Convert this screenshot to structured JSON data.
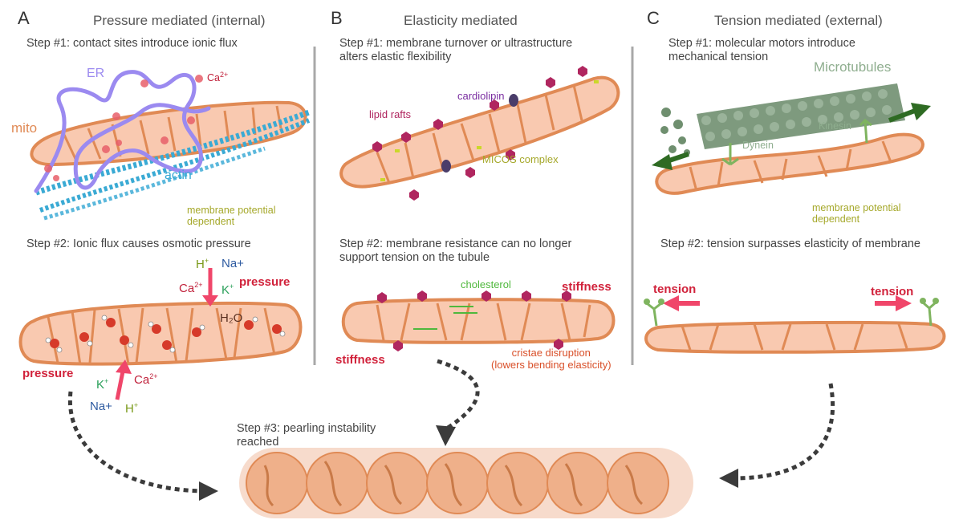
{
  "panels": {
    "A": {
      "letter": "A",
      "title": "Pressure mediated (internal)",
      "step1": "Step #1: contact sites introduce ionic flux",
      "step2": "Step #2: Ionic flux causes osmotic pressure",
      "labels": {
        "er": "ER",
        "ca": "Ca",
        "ca_charge": "2+",
        "mito": "mito",
        "actin": "actin",
        "membrane_potential": "membrane potential\ndependent",
        "pressure_top": "pressure",
        "pressure_bottom": "pressure",
        "h2o": "H₂O",
        "ions_top": {
          "h": "H",
          "h_charge": "+",
          "na": "Na+",
          "ca": "Ca",
          "ca_charge": "2+",
          "k": "K",
          "k_charge": "+"
        },
        "ions_bottom": {
          "k": "K",
          "k_charge": "+",
          "ca": "Ca",
          "ca_charge": "2+",
          "na": "Na+",
          "h": "H",
          "h_charge": "+"
        }
      }
    },
    "B": {
      "letter": "B",
      "title": "Elasticity mediated",
      "step1": "Step #1: membrane turnover or ultrastructure\nalters elastic flexibility",
      "step2": "Step #2: membrane resistance can no longer\nsupport tension on the tubule",
      "labels": {
        "cardiolipin": "cardiolipin",
        "lipid_rafts": "lipid rafts",
        "micos": "MICOS complex",
        "cholesterol": "cholesterol",
        "stiffness_left": "stiffness",
        "stiffness_right": "stiffness",
        "cristae": "cristae disruption\n(lowers bending elasticity)"
      }
    },
    "C": {
      "letter": "C",
      "title": "Tension mediated (external)",
      "step1": "Step #1: molecular motors introduce\nmechanical tension",
      "step2": "Step #2: tension surpasses elasticity of membrane",
      "labels": {
        "microtubules": "Microtubules",
        "kinesin": "Kinesin",
        "dynein": "Dynein",
        "membrane_potential": "membrane potential\ndependent",
        "tension_left": "tension",
        "tension_right": "tension"
      }
    },
    "step3": "Step #3: pearling instability\nreached"
  },
  "colors": {
    "mito_fill": "#f9c9b0",
    "mito_stroke": "#e08a55",
    "er": "#9b8af0",
    "actin": "#3aaad4",
    "red_label": "#d1223b",
    "microtubule": "#6f8f6f",
    "green_arrow": "#2e6b23",
    "pink_arrow": "#f0466a",
    "divider": "#a8a8a8",
    "olive": "#a5a82a",
    "cholesterol": "#4fb83c",
    "lipid": "#b0265f"
  }
}
